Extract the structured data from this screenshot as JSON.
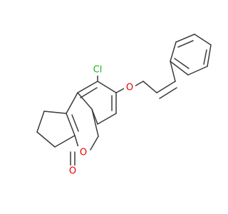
{
  "molecule": {
    "atoms": {
      "chlorine": {
        "symbol": "Cl",
        "color": "#1db31d"
      },
      "ether_oxygen": {
        "symbol": "O",
        "color": "#e60000"
      },
      "ring_oxygen": {
        "symbol": "O",
        "color": "#e60000"
      },
      "carbonyl_oxygen": {
        "symbol": "O",
        "color": "#e60000"
      }
    },
    "bond_color": "#3a3a3a"
  }
}
